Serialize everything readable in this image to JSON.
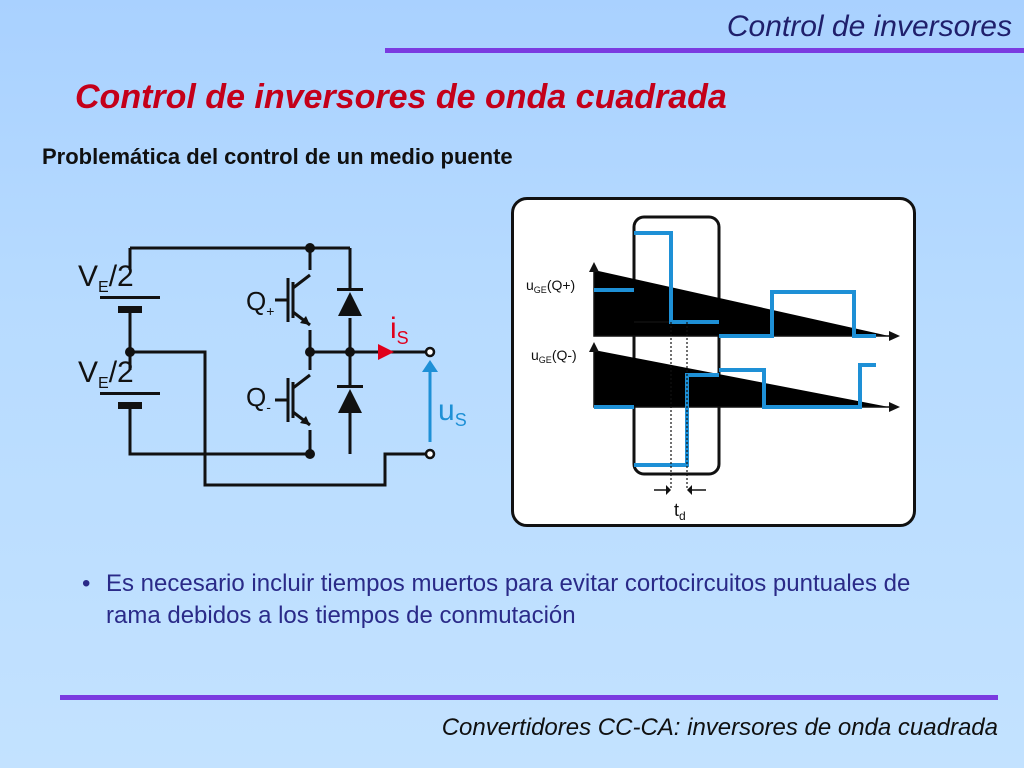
{
  "header": {
    "title": "Control de inversores"
  },
  "slide": {
    "title": "Control de inversores de onda cuadrada",
    "subtitle": "Problemática del control de un medio puente"
  },
  "circuit": {
    "source_top": {
      "main": "V",
      "sub": "E",
      "tail": "/2"
    },
    "source_bottom": {
      "main": "V",
      "sub": "E",
      "tail": "/2"
    },
    "q_upper": {
      "main": "Q",
      "sub": "+"
    },
    "q_lower": {
      "main": "Q",
      "sub": "-"
    },
    "current": {
      "main": "i",
      "sub": "S"
    },
    "voltage": {
      "main": "u",
      "sub": "S"
    }
  },
  "waveforms": {
    "label_top": {
      "main": "u",
      "sub": "GE",
      "tail": "(Q+)"
    },
    "label_bottom": {
      "main": "u",
      "sub": "GE",
      "tail": "(Q-)"
    },
    "deadtime": {
      "main": "t",
      "sub": "d"
    }
  },
  "bullets": [
    {
      "marker": "•",
      "text": "Es necesario incluir tiempos muertos para evitar cortocircuitos puntuales de rama debidos a los tiempos de conmutación"
    }
  ],
  "footer": {
    "text": "Convertidores CC-CA: inversores de onda cuadrada"
  },
  "colors": {
    "accent_line": "#7b3be0",
    "title_red": "#c4001a",
    "wave_blue": "#1e90d6",
    "current_red": "#e0001b",
    "voltage_blue": "#1e90d6"
  }
}
